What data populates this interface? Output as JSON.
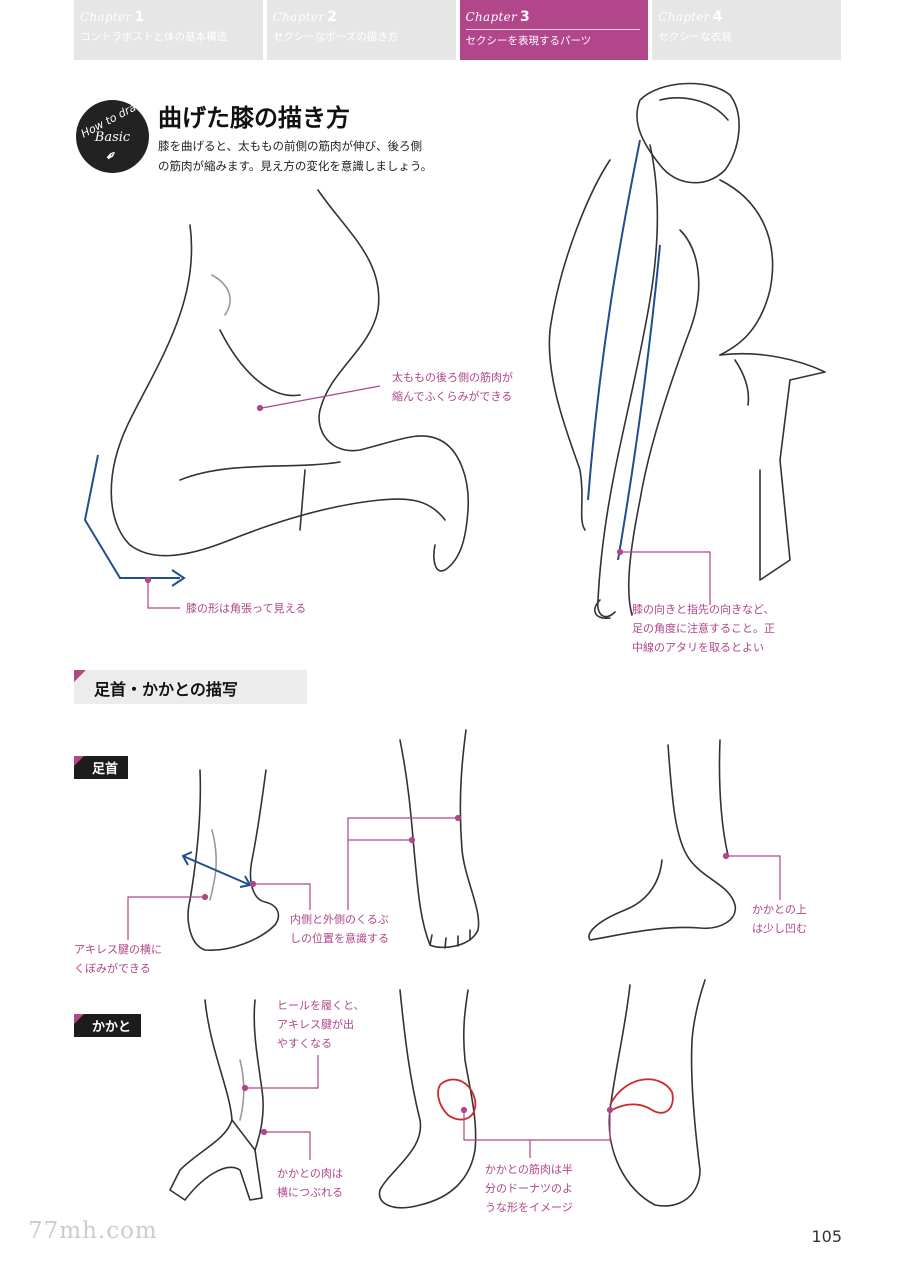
{
  "tabs": [
    {
      "chapter": "Chapter",
      "num": "1",
      "title": "コントラポストと体の基本構造",
      "active": false
    },
    {
      "chapter": "Chapter",
      "num": "2",
      "title": "セクシーなポーズの描き方",
      "active": false
    },
    {
      "chapter": "Chapter",
      "num": "3",
      "title": "セクシーを表現するパーツ",
      "active": true
    },
    {
      "chapter": "Chapter",
      "num": "4",
      "title": "セクシーな衣装",
      "active": false
    }
  ],
  "badge": {
    "line1": "How to draw",
    "line2": "Basic",
    "icon": "pen-nib-icon"
  },
  "heading": "曲げた膝の描き方",
  "intro": [
    "膝を曲げると、太ももの前側の筋肉が伸び、後ろ側",
    "の筋肉が縮みます。見え方の変化を意識しましょう。"
  ],
  "knee_notes": {
    "thigh_back": [
      "太ももの後ろ側の筋肉が",
      "縮んでふくらみができる"
    ],
    "knee_shape": [
      "膝の形は角張って見える"
    ],
    "knee_direction": [
      "膝の向きと指先の向きなど、",
      "足の角度に注意すること。正",
      "中線のアタリを取るとよい"
    ]
  },
  "section_title": "足首・かかとの描写",
  "ankle": {
    "tag": "足首",
    "note_achilles": [
      "アキレス腱の横に",
      "くぼみができる"
    ],
    "note_ankle_bones": [
      "内側と外側のくるぶ",
      "しの位置を意識する"
    ],
    "note_heel_top": [
      "かかとの上",
      "は少し凹む"
    ]
  },
  "heel": {
    "tag": "かかと",
    "note_heels": [
      "ヒールを履くと、",
      "アキレス腱が出",
      "やすくなる"
    ],
    "note_heel_flesh": [
      "かかとの肉は",
      "横につぶれる"
    ],
    "note_heel_muscle": [
      "かかとの筋肉は半",
      "分のドーナツのよ",
      "うな形をイメージ"
    ]
  },
  "colors": {
    "accent": "#b1468a",
    "blue_guide": "#1f4f8f",
    "red_highlight": "#cc2a2a"
  },
  "watermark": "77mh.com",
  "page_number": "105"
}
